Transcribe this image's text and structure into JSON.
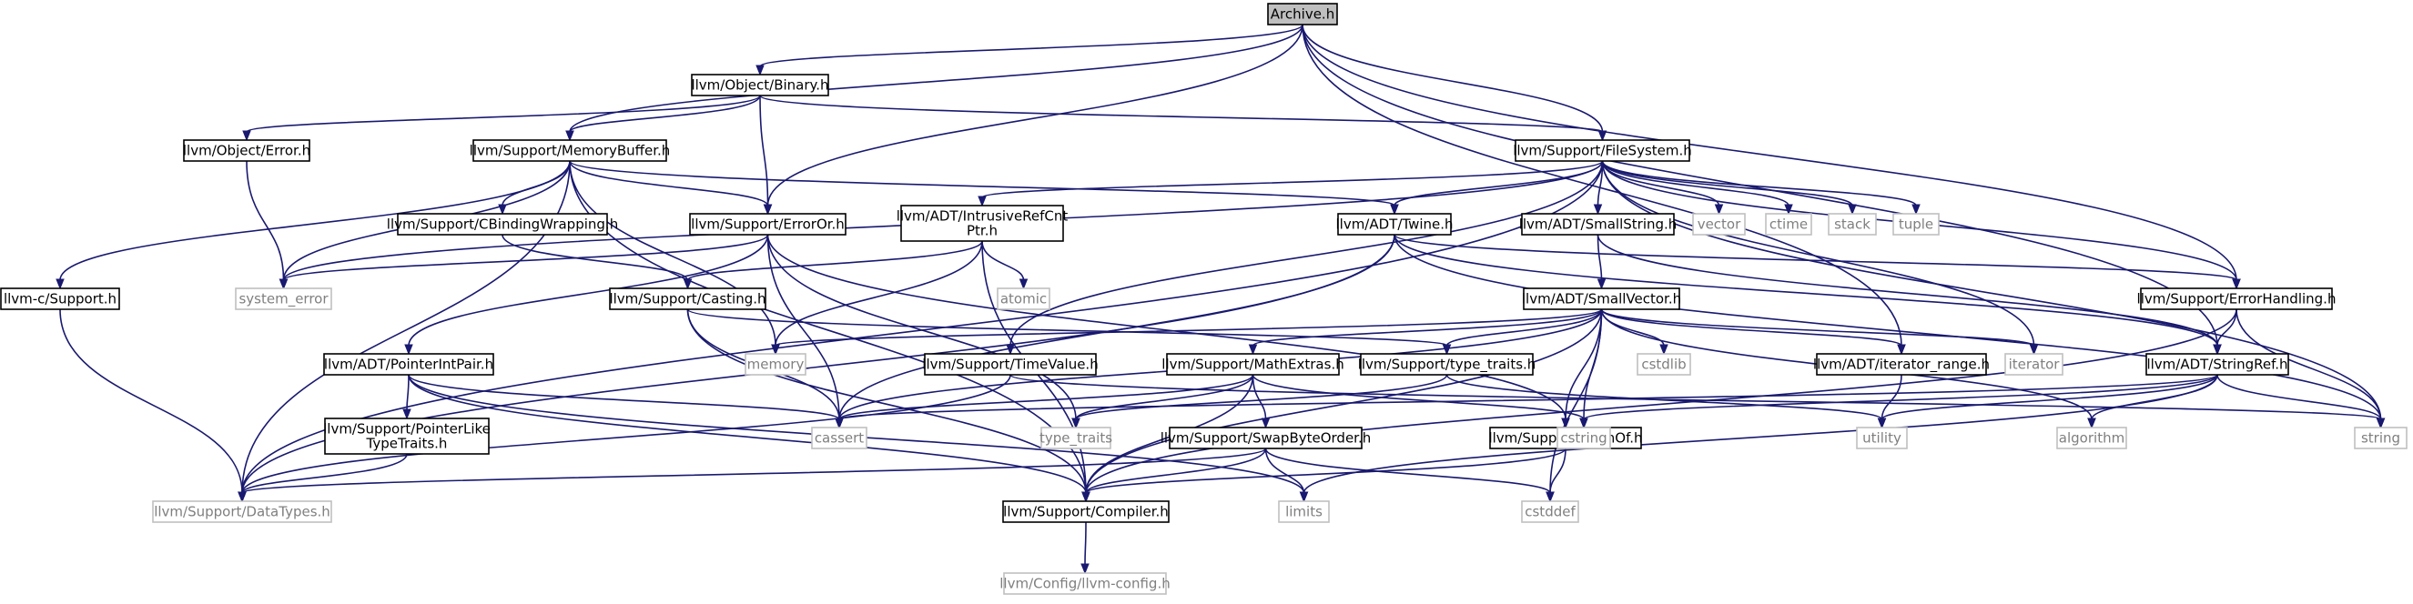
{
  "colors": {
    "edge": "#191970",
    "node_border": "#000000",
    "external_border": "#bfbfbf",
    "external_text": "#7f7f7f",
    "root_fill": "#bfbfbf",
    "node_fill": "#ffffff",
    "text": "#000000"
  },
  "nodes": [
    {
      "id": "archive",
      "label": "Archive.h",
      "kind": "root"
    },
    {
      "id": "binary",
      "label": "llvm/Object/Binary.h",
      "kind": "header"
    },
    {
      "id": "objerror",
      "label": "llvm/Object/Error.h",
      "kind": "header"
    },
    {
      "id": "membuf",
      "label": "llvm/Support/MemoryBuffer.h",
      "kind": "header"
    },
    {
      "id": "filesystem",
      "label": "llvm/Support/FileSystem.h",
      "kind": "header"
    },
    {
      "id": "csupport",
      "label": "llvm-c/Support.h",
      "kind": "header"
    },
    {
      "id": "cbinding",
      "label": "llvm/Support/CBindingWrapping.h",
      "kind": "header"
    },
    {
      "id": "erroror",
      "label": "llvm/Support/ErrorOr.h",
      "kind": "header"
    },
    {
      "id": "intrusive",
      "label": "llvm/ADT/IntrusiveRefCnt\nPtr.h",
      "kind": "header"
    },
    {
      "id": "twine",
      "label": "llvm/ADT/Twine.h",
      "kind": "header"
    },
    {
      "id": "smallstring",
      "label": "llvm/ADT/SmallString.h",
      "kind": "header"
    },
    {
      "id": "vector",
      "label": "vector",
      "kind": "external"
    },
    {
      "id": "ctime",
      "label": "ctime",
      "kind": "external"
    },
    {
      "id": "stack",
      "label": "stack",
      "kind": "external"
    },
    {
      "id": "tuple",
      "label": "tuple",
      "kind": "external"
    },
    {
      "id": "systemerror",
      "label": "system_error",
      "kind": "external"
    },
    {
      "id": "casting",
      "label": "llvm/Support/Casting.h",
      "kind": "header"
    },
    {
      "id": "atomic",
      "label": "atomic",
      "kind": "external"
    },
    {
      "id": "smallvector",
      "label": "llvm/ADT/SmallVector.h",
      "kind": "header"
    },
    {
      "id": "errorhandling",
      "label": "llvm/Support/ErrorHandling.h",
      "kind": "header"
    },
    {
      "id": "pointerintpair",
      "label": "llvm/ADT/PointerIntPair.h",
      "kind": "header"
    },
    {
      "id": "memory",
      "label": "memory",
      "kind": "external"
    },
    {
      "id": "timevalue",
      "label": "llvm/Support/TimeValue.h",
      "kind": "header"
    },
    {
      "id": "mathextras",
      "label": "llvm/Support/MathExtras.h",
      "kind": "header"
    },
    {
      "id": "typetraitsh",
      "label": "llvm/Support/type_traits.h",
      "kind": "header"
    },
    {
      "id": "cstdlib",
      "label": "cstdlib",
      "kind": "external"
    },
    {
      "id": "iteratorrange",
      "label": "llvm/ADT/iterator_range.h",
      "kind": "header"
    },
    {
      "id": "iterator",
      "label": "iterator",
      "kind": "external"
    },
    {
      "id": "stringref",
      "label": "llvm/ADT/StringRef.h",
      "kind": "header"
    },
    {
      "id": "pointerlike",
      "label": "llvm/Support/PointerLike\nTypeTraits.h",
      "kind": "header"
    },
    {
      "id": "cassert",
      "label": "cassert",
      "kind": "external"
    },
    {
      "id": "typetraits",
      "label": "type_traits",
      "kind": "external"
    },
    {
      "id": "swapbyteorder",
      "label": "llvm/Support/SwapByteOrder.h",
      "kind": "header"
    },
    {
      "id": "alignof",
      "label": "llvm/Support/AlignOf.h",
      "kind": "header"
    },
    {
      "id": "cstring",
      "label": "cstring",
      "kind": "external"
    },
    {
      "id": "utility",
      "label": "utility",
      "kind": "external"
    },
    {
      "id": "algorithm",
      "label": "algorithm",
      "kind": "external"
    },
    {
      "id": "string",
      "label": "string",
      "kind": "external"
    },
    {
      "id": "datatypes",
      "label": "llvm/Support/DataTypes.h",
      "kind": "external"
    },
    {
      "id": "compiler",
      "label": "llvm/Support/Compiler.h",
      "kind": "header"
    },
    {
      "id": "limits",
      "label": "limits",
      "kind": "external"
    },
    {
      "id": "cstddef",
      "label": "cstddef",
      "kind": "external"
    },
    {
      "id": "llvmconfig",
      "label": "llvm/Config/llvm-config.h",
      "kind": "external"
    }
  ],
  "edges": [
    [
      "archive",
      "binary"
    ],
    [
      "archive",
      "membuf"
    ],
    [
      "archive",
      "filesystem"
    ],
    [
      "archive",
      "erroror"
    ],
    [
      "archive",
      "iteratorrange"
    ],
    [
      "archive",
      "errorhandling"
    ],
    [
      "archive",
      "stringref"
    ],
    [
      "binary",
      "objerror"
    ],
    [
      "binary",
      "membuf"
    ],
    [
      "binary",
      "erroror"
    ],
    [
      "binary",
      "filesystem"
    ],
    [
      "objerror",
      "systemerror"
    ],
    [
      "membuf",
      "csupport"
    ],
    [
      "membuf",
      "cbinding"
    ],
    [
      "membuf",
      "erroror"
    ],
    [
      "membuf",
      "twine"
    ],
    [
      "membuf",
      "memory"
    ],
    [
      "membuf",
      "systemerror"
    ],
    [
      "membuf",
      "datatypes"
    ],
    [
      "membuf",
      "compiler"
    ],
    [
      "filesystem",
      "intrusive"
    ],
    [
      "filesystem",
      "twine"
    ],
    [
      "filesystem",
      "smallstring"
    ],
    [
      "filesystem",
      "vector"
    ],
    [
      "filesystem",
      "ctime"
    ],
    [
      "filesystem",
      "stack"
    ],
    [
      "filesystem",
      "tuple"
    ],
    [
      "filesystem",
      "timevalue"
    ],
    [
      "filesystem",
      "errorhandling"
    ],
    [
      "filesystem",
      "iterator"
    ],
    [
      "filesystem",
      "string"
    ],
    [
      "filesystem",
      "systemerror"
    ],
    [
      "filesystem",
      "datatypes"
    ],
    [
      "csupport",
      "datatypes"
    ],
    [
      "cbinding",
      "casting"
    ],
    [
      "erroror",
      "pointerintpair"
    ],
    [
      "erroror",
      "alignof"
    ],
    [
      "erroror",
      "systemerror"
    ],
    [
      "erroror",
      "cassert"
    ],
    [
      "erroror",
      "typetraits"
    ],
    [
      "intrusive",
      "casting"
    ],
    [
      "intrusive",
      "atomic"
    ],
    [
      "intrusive",
      "memory"
    ],
    [
      "intrusive",
      "compiler"
    ],
    [
      "twine",
      "stringref"
    ],
    [
      "twine",
      "errorhandling"
    ],
    [
      "twine",
      "string"
    ],
    [
      "twine",
      "cassert"
    ],
    [
      "twine",
      "datatypes"
    ],
    [
      "smallstring",
      "smallvector"
    ],
    [
      "smallstring",
      "stringref"
    ],
    [
      "casting",
      "typetraitsh"
    ],
    [
      "casting",
      "cassert"
    ],
    [
      "casting",
      "compiler"
    ],
    [
      "smallvector",
      "alignof"
    ],
    [
      "smallvector",
      "mathextras"
    ],
    [
      "smallvector",
      "typetraitsh"
    ],
    [
      "smallvector",
      "cstdlib"
    ],
    [
      "smallvector",
      "iteratorrange"
    ],
    [
      "smallvector",
      "iterator"
    ],
    [
      "smallvector",
      "memory"
    ],
    [
      "smallvector",
      "cassert"
    ],
    [
      "smallvector",
      "compiler"
    ],
    [
      "smallvector",
      "cstring"
    ],
    [
      "smallvector",
      "cstddef"
    ],
    [
      "smallvector",
      "algorithm"
    ],
    [
      "errorhandling",
      "stringref"
    ],
    [
      "errorhandling",
      "string"
    ],
    [
      "errorhandling",
      "compiler"
    ],
    [
      "pointerintpair",
      "pointerlike"
    ],
    [
      "pointerintpair",
      "cassert"
    ],
    [
      "pointerintpair",
      "compiler"
    ],
    [
      "pointerintpair",
      "limits"
    ],
    [
      "timevalue",
      "datatypes"
    ],
    [
      "timevalue",
      "string"
    ],
    [
      "mathextras",
      "swapbyteorder"
    ],
    [
      "mathextras",
      "compiler"
    ],
    [
      "mathextras",
      "cassert"
    ],
    [
      "mathextras",
      "typetraits"
    ],
    [
      "mathextras",
      "cstring"
    ],
    [
      "typetraitsh",
      "typetraits"
    ],
    [
      "typetraitsh",
      "utility"
    ],
    [
      "iteratorrange",
      "utility"
    ],
    [
      "stringref",
      "cassert"
    ],
    [
      "stringref",
      "cstring"
    ],
    [
      "stringref",
      "utility"
    ],
    [
      "stringref",
      "algorithm"
    ],
    [
      "stringref",
      "string"
    ],
    [
      "stringref",
      "limits"
    ],
    [
      "pointerlike",
      "datatypes"
    ],
    [
      "swapbyteorder",
      "compiler"
    ],
    [
      "swapbyteorder",
      "datatypes"
    ],
    [
      "swapbyteorder",
      "limits"
    ],
    [
      "swapbyteorder",
      "cstddef"
    ],
    [
      "alignof",
      "compiler"
    ],
    [
      "alignof",
      "cstddef"
    ],
    [
      "compiler",
      "llvmconfig"
    ]
  ]
}
